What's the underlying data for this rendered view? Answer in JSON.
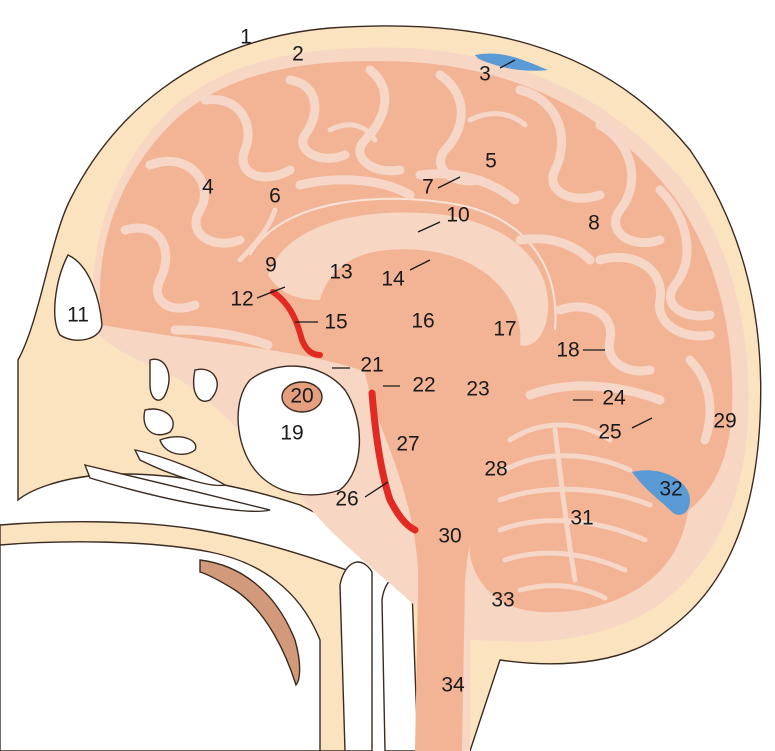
{
  "colors": {
    "background": "#ffffff",
    "skull": "#fbe3bf",
    "meninges": "#f7d6c4",
    "brain": "#f3b496",
    "sulci": "#f6d6c6",
    "vessel_red": "#e02a22",
    "csf_blue": "#5b9bd5",
    "cavity": "#ffffff",
    "muscle": "#d29a7a",
    "outline": "#3a2a20"
  },
  "labels": {
    "l1": "1",
    "l2": "2",
    "l3": "3",
    "l4": "4",
    "l5": "5",
    "l6": "6",
    "l7": "7",
    "l8": "8",
    "l9": "9",
    "l10": "10",
    "l11": "11",
    "l12": "12",
    "l13": "13",
    "l14": "14",
    "l15": "15",
    "l16": "16",
    "l17": "17",
    "l18": "18",
    "l19": "19",
    "l20": "20",
    "l21": "21",
    "l22": "22",
    "l23": "23",
    "l24": "24",
    "l25": "25",
    "l26": "26",
    "l27": "27",
    "l28": "28",
    "l29": "29",
    "l30": "30",
    "l31": "31",
    "l32": "32",
    "l33": "33",
    "l34": "34"
  }
}
